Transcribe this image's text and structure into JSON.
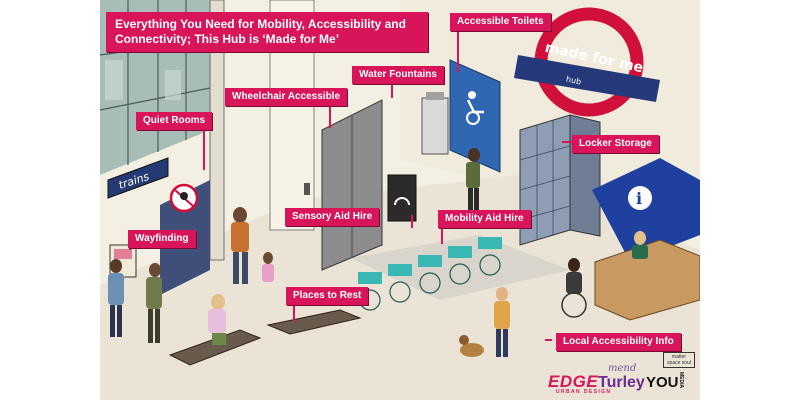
{
  "headline": "Everything You Need for Mobility, Accessibility and Connectivity; This Hub is ‘Made for Me’",
  "callouts": {
    "accessible_toilets": "Accessible Toilets",
    "water_fountains": "Water Fountains",
    "wheelchair_accessible": "Wheelchair Accessible",
    "quiet_rooms": "Quiet Rooms",
    "locker_storage": "Locker Storage",
    "sensory_aid_hire": "Sensory Aid Hire",
    "mobility_aid_hire": "Mobility Aid Hire",
    "wayfinding": "Wayfinding",
    "places_to_rest": "Places to Rest",
    "local_accessibility_info": "Local Accessibility Info"
  },
  "signs": {
    "roundel_text": "made for me",
    "roundel_sub": "hub",
    "trains_sign": "trains",
    "info_symbol": "i"
  },
  "logos": {
    "edge": "EDGE",
    "edge_sub": "URBAN DESIGN",
    "mend": "mend",
    "turley": "Turley",
    "you": "YOU",
    "media": "MEDIA",
    "mss": "matter space soul"
  },
  "colors": {
    "callout_bg": "#d8145a",
    "roundel_red": "#d0103a",
    "info_blue": "#1f3f8f",
    "wheelchair_teal": "#38b7b3",
    "floor": "#ebe4d6"
  }
}
